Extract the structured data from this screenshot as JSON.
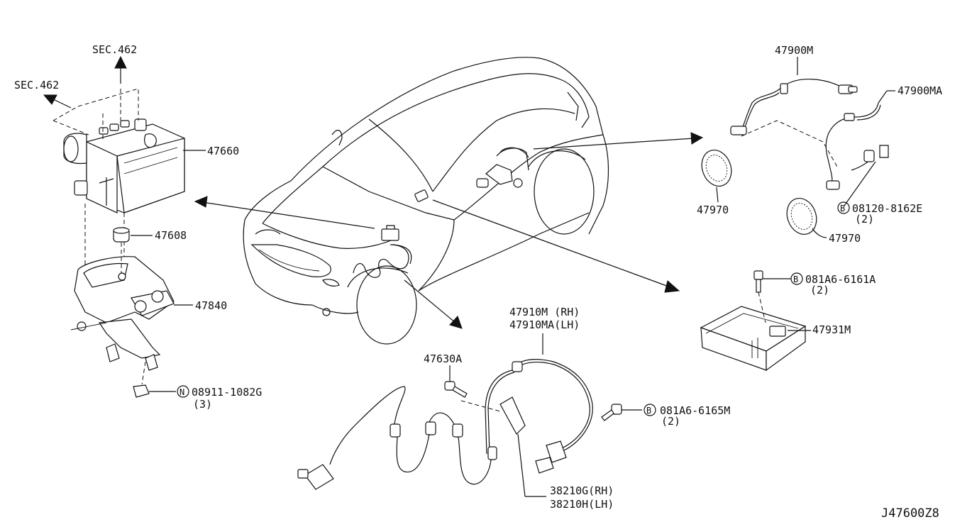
{
  "diagram": {
    "code": "J47600Z8",
    "labels": {
      "sec462_top": "SEC.462",
      "sec462_left": "SEC.462",
      "p47660": "47660",
      "p47608": "47608",
      "p47840": "47840",
      "n08911": "08911-1082G",
      "n08911_qty": "(3)",
      "p47900M": "47900M",
      "p47900MA": "47900MA",
      "p47970a": "47970",
      "p47970b": "47970",
      "b08120": "08120-8162E",
      "b08120_qty": "(2)",
      "b081A6_6161A": "081A6-6161A",
      "b081A6_6161A_qty": "(2)",
      "p47931M": "47931M",
      "p47910M": "47910M (RH)",
      "p47910MA": "47910MA(LH)",
      "p47630A": "47630A",
      "b081A6_6165M": "081A6-6165M",
      "b081A6_6165M_qty": "(2)",
      "p38210G": "38210G(RH)",
      "p38210H": "38210H(LH)"
    },
    "markers": {
      "n": "N",
      "b": "B"
    }
  }
}
